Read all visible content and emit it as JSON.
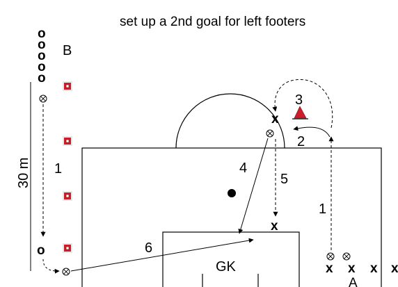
{
  "diagram": {
    "note": "set up a 2nd goal for left footers",
    "distance_label": "30 m",
    "goalkeeper_label": "GK",
    "group_labels": {
      "b": "B",
      "a": "A"
    },
    "step_labels": [
      "1",
      "2",
      "3",
      "4",
      "5",
      "1",
      "6"
    ],
    "player_o": "o",
    "player_x": "x",
    "colors": {
      "line": "#000000",
      "cone_red": "#cc1f2b",
      "cone_fill": "#e8e8e8",
      "background": "#ffffff"
    },
    "icons": [
      "ball-icon",
      "marker-cone-icon",
      "triangle-cone-icon",
      "penalty-spot-icon"
    ]
  }
}
